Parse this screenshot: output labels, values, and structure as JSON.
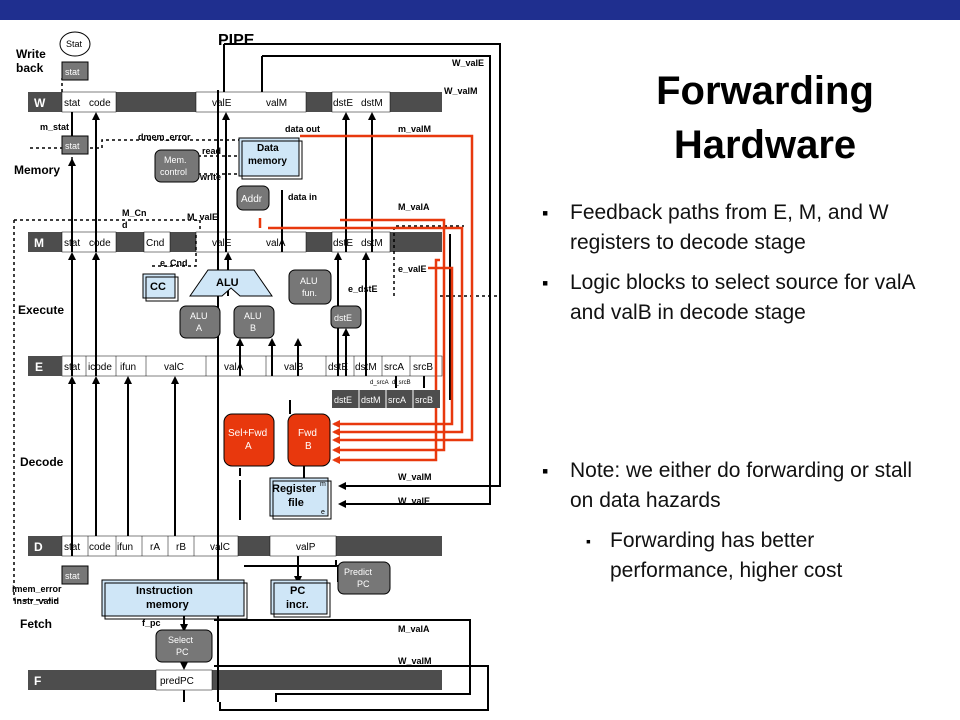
{
  "slide": {
    "title_line1": "Forwarding",
    "title_line2": "Hardware",
    "bullets": [
      "Feedback paths from E, M, and W registers to decode stage",
      "Logic blocks to select source for valA and valB in decode stage"
    ],
    "bullets2": [
      "Note: we either do forwarding or stall on data hazards"
    ],
    "sub_bullets": [
      "Forwarding has better performance, higher cost"
    ]
  },
  "diagram": {
    "pipe_label": "PIPE",
    "stages": {
      "writeback": "Write\nback",
      "writeback_l1": "Write",
      "writeback_l2": "back",
      "memory": "Memory",
      "execute": "Execute",
      "decode": "Decode",
      "fetch": "Fetch"
    },
    "registers": {
      "W": {
        "name": "W",
        "fields": [
          "stat",
          "code",
          "valE",
          "valM",
          "dstE",
          "dstM"
        ]
      },
      "M": {
        "name": "M",
        "fields": [
          "stat",
          "code",
          "Cnd",
          "valE",
          "valA",
          "dstE",
          "dstM"
        ]
      },
      "E": {
        "name": "E",
        "fields": [
          "stat",
          "icode",
          "ifun",
          "valC",
          "valA",
          "valB",
          "dstE",
          "dstM",
          "srcA",
          "srcB"
        ]
      },
      "D": {
        "name": "D",
        "fields": [
          "stat",
          "code",
          "ifun",
          "rA",
          "rB",
          "valC",
          "valP"
        ]
      },
      "F": {
        "name": "F",
        "fields": [
          "predPC"
        ]
      }
    },
    "blocks": {
      "stat_oval": "Stat",
      "stat_w": "stat",
      "stat_m": "stat",
      "stat_f": "stat",
      "mem_control": "Mem.\ncontrol",
      "mem_control_l1": "Mem.",
      "mem_control_l2": "control",
      "data_memory_l1": "Data",
      "data_memory_l2": "memory",
      "addr": "Addr",
      "cc": "CC",
      "alu": "ALU",
      "alu_a_l1": "ALU",
      "alu_a_l2": "A",
      "alu_b_l1": "ALU",
      "alu_b_l2": "B",
      "alu_fun_l1": "ALU",
      "alu_fun_l2": "fun.",
      "dstE_box": "dstE",
      "d_dstE": "dstE",
      "d_dstM": "dstM",
      "d_srcA": "srcA",
      "d_srcB": "srcB",
      "sel_fwd_l1": "Sel+Fwd",
      "sel_fwd_l2": "A",
      "fwd_b_l1": "Fwd",
      "fwd_b_l2": "B",
      "regfile_l1": "Register",
      "regfile_l2": "file",
      "regfile_m": "m",
      "regfile_e": "e",
      "instr_mem_l1": "Instruction",
      "instr_mem_l2": "memory",
      "pc_incr_l1": "PC",
      "pc_incr_l2": "incr.",
      "predict_pc_l1": "Predict",
      "predict_pc_l2": "PC",
      "select_pc_l1": "Select",
      "select_pc_l2": "PC"
    },
    "signals": {
      "W_valE_top": "W_valE",
      "W_valM_top": "W_valM",
      "m_stat": "m_stat",
      "dmem_error": "dmem_error",
      "read": "read",
      "write": "write",
      "data_out": "data out",
      "m_valM": "m_valM",
      "data_in": "data in",
      "M_Cnd_l1": "M_Cn",
      "M_Cnd_l2": "d",
      "M_valE": "M_valE",
      "M_valA": "M_valA",
      "e_Cnd": "e_Cnd",
      "e_valE": "e_valE",
      "e_dstE": "e_dstE",
      "d_srcA": "d_srcA",
      "d_srcB": "d_srcB",
      "W_valM_mid": "W_valM",
      "W_valE_mid": "W_valE",
      "imem_error": "imem_error",
      "instr_valid": "instr_valid",
      "f_pc": "f_pc",
      "M_valA_bottom": "M_valA",
      "W_valM_bottom": "W_valM"
    },
    "colors": {
      "register_bar": "#4d4d4d",
      "logic_block": "#777777",
      "forward_block": "#e8380d",
      "forward_line": "#e8380d",
      "light_block": "#cfe6f7",
      "top_bar": "#1f2f8f"
    }
  }
}
